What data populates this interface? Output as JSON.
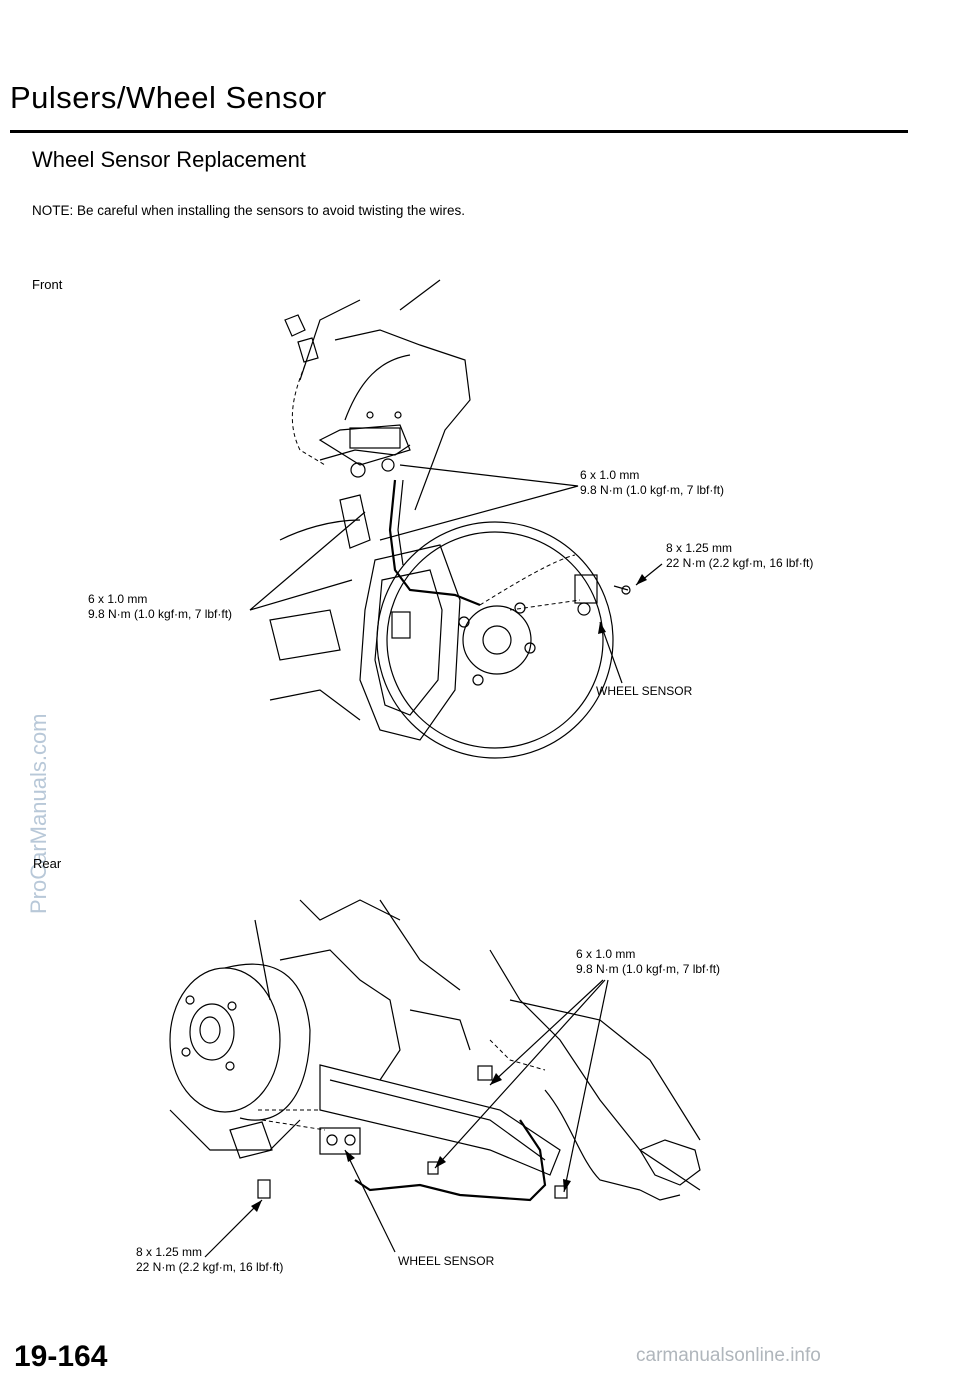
{
  "page": {
    "title": "Pulsers/Wheel Sensor",
    "section_title": "Wheel Sensor Replacement",
    "note": "NOTE:  Be careful when installing the sensors to avoid twisting the wires.",
    "page_number": "19-164",
    "watermark_side": "ProCarManuals.com",
    "watermark_bottom": "carmanualsonline.info"
  },
  "front": {
    "heading": "Front",
    "callouts": [
      {
        "line1": "6 x 1.0 mm",
        "line2": "9.8 N·m (1.0 kgf·m, 7 lbf·ft)"
      },
      {
        "line1": "8 x 1.25 mm",
        "line2": "22 N·m (2.2 kgf·m, 16 lbf·ft)"
      },
      {
        "line1": "6 x 1.0 mm",
        "line2": "9.8 N·m (1.0 kgf·m, 7 lbf·ft)"
      }
    ],
    "sensor_label": "WHEEL SENSOR"
  },
  "rear": {
    "heading": "Rear",
    "callouts": [
      {
        "line1": "6 x 1.0 mm",
        "line2": "9.8 N·m (1.0 kgf·m, 7 lbf·ft)"
      },
      {
        "line1": "8 x 1.25 mm",
        "line2": "22 N·m (2.2 kgf·m, 16 lbf·ft)"
      }
    ],
    "sensor_label": "WHEEL SENSOR"
  }
}
